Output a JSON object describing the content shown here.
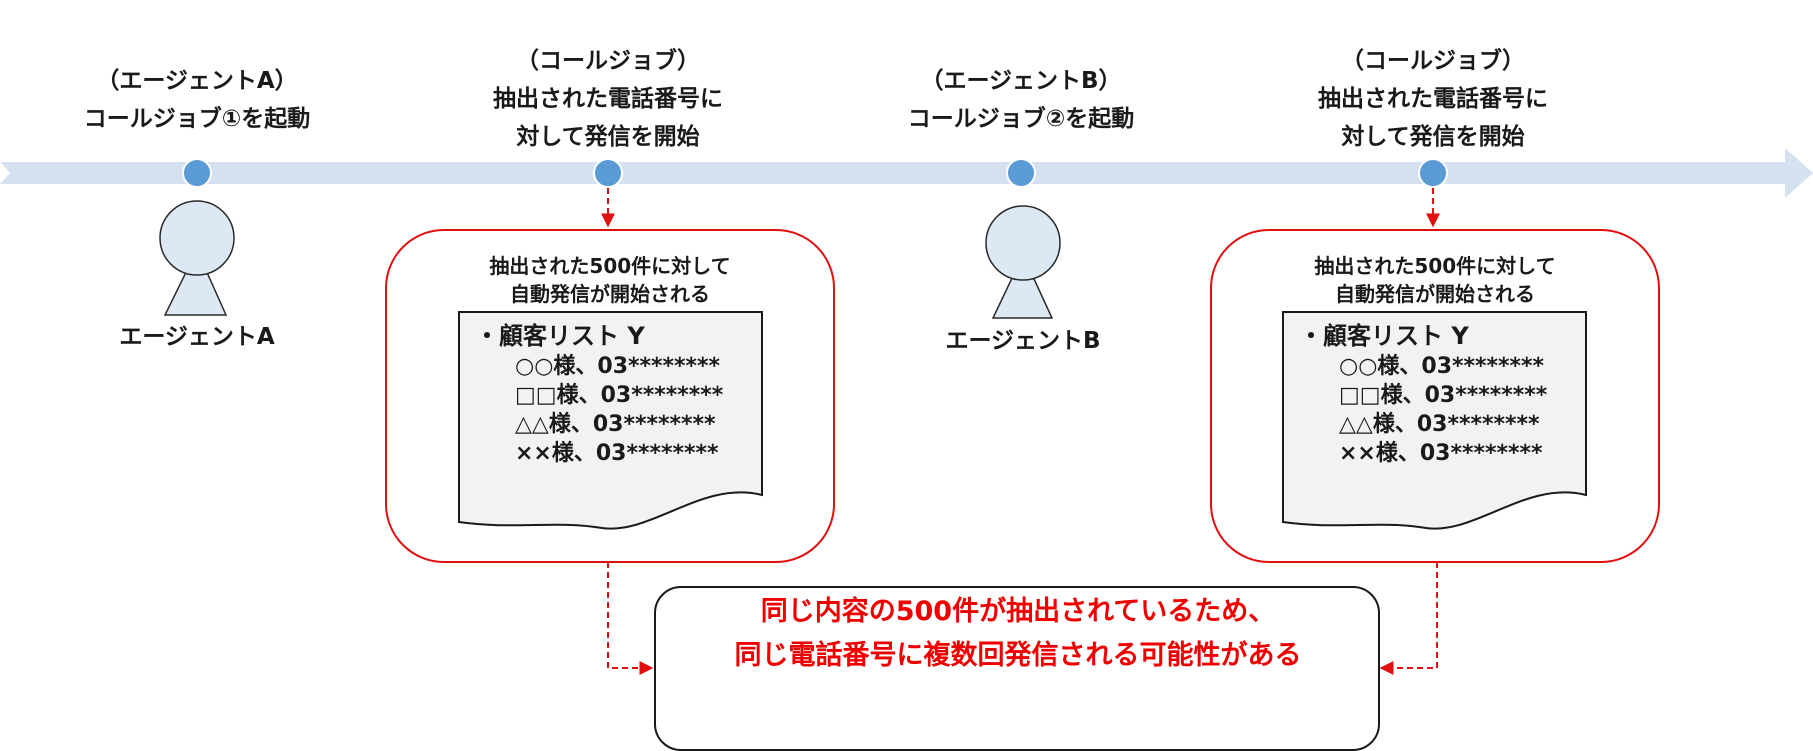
{
  "events": [
    {
      "lines": [
        "（エージェントA）",
        "コールジョブ①を起動"
      ]
    },
    {
      "lines": [
        "（コールジョブ）",
        "抽出された電話番号に",
        "対して発信を開始"
      ]
    },
    {
      "lines": [
        "（エージェントB）",
        "コールジョブ②を起動"
      ]
    },
    {
      "lines": [
        "（コールジョブ）",
        "抽出された電話番号に",
        "対して発信を開始"
      ]
    }
  ],
  "agents": [
    {
      "name": "エージェントA"
    },
    {
      "name": "エージェントB"
    }
  ],
  "boxes": [
    {
      "title_lines": [
        "抽出された500件に対して",
        "自動発信が開始される"
      ],
      "list_title": "・顧客リスト Y",
      "rows": [
        "○○様、03********",
        "□□様、03********",
        "△△様、03********",
        "××様、03********"
      ]
    },
    {
      "title_lines": [
        "抽出された500件に対して",
        "自動発信が開始される"
      ],
      "list_title": "・顧客リスト Y",
      "rows": [
        "○○様、03********",
        "□□様、03********",
        "△△様、03********",
        "××様、03********"
      ]
    }
  ],
  "result": {
    "lines": [
      "同じ内容の500件が抽出されているため、",
      "同じ電話番号に複数回発信される可能性がある"
    ]
  },
  "colors": {
    "timeline": "#d6e1f0",
    "dot": "#5b9bd5",
    "agent_fill": "#dde8f5",
    "box_border": "#e01010",
    "result_text": "#ee0000",
    "document_fill": "#f2f2f2"
  }
}
